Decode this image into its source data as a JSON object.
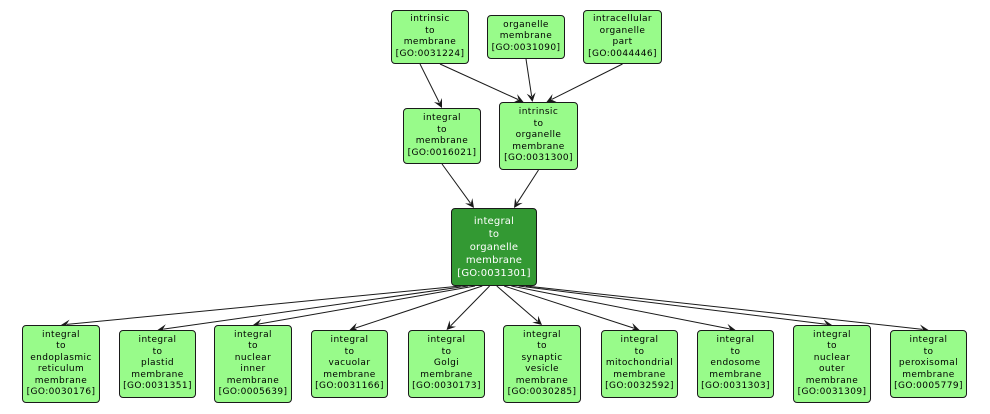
{
  "graph": {
    "title": "GO term graph: integral to organelle membrane",
    "colors": {
      "node_fill": "#98fb8a",
      "focus_fill": "#339933",
      "border": "#1a1a1a",
      "edge": "#1a1a1a"
    },
    "nodes": [
      {
        "id": "GO:0031224",
        "lines": [
          "intrinsic",
          "to",
          "membrane",
          "[GO:0031224]"
        ],
        "focus": false
      },
      {
        "id": "GO:0031090",
        "lines": [
          "organelle",
          "membrane",
          "[GO:0031090]"
        ],
        "focus": false
      },
      {
        "id": "GO:0044446",
        "lines": [
          "intracellular",
          "organelle",
          "part",
          "[GO:0044446]"
        ],
        "focus": false
      },
      {
        "id": "GO:0016021",
        "lines": [
          "integral",
          "to",
          "membrane",
          "[GO:0016021]"
        ],
        "focus": false
      },
      {
        "id": "GO:0031300",
        "lines": [
          "intrinsic",
          "to",
          "organelle",
          "membrane",
          "[GO:0031300]"
        ],
        "focus": false
      },
      {
        "id": "GO:0031301",
        "lines": [
          "integral",
          "to",
          "organelle",
          "membrane",
          "[GO:0031301]"
        ],
        "focus": true
      },
      {
        "id": "GO:0030176",
        "lines": [
          "integral",
          "to",
          "endoplasmic",
          "reticulum",
          "membrane",
          "[GO:0030176]"
        ],
        "focus": false
      },
      {
        "id": "GO:0031351",
        "lines": [
          "integral",
          "to",
          "plastid",
          "membrane",
          "[GO:0031351]"
        ],
        "focus": false
      },
      {
        "id": "GO:0005639",
        "lines": [
          "integral",
          "to",
          "nuclear",
          "inner",
          "membrane",
          "[GO:0005639]"
        ],
        "focus": false
      },
      {
        "id": "GO:0031166",
        "lines": [
          "integral",
          "to",
          "vacuolar",
          "membrane",
          "[GO:0031166]"
        ],
        "focus": false
      },
      {
        "id": "GO:0030173",
        "lines": [
          "integral",
          "to",
          "Golgi",
          "membrane",
          "[GO:0030173]"
        ],
        "focus": false
      },
      {
        "id": "GO:0030285",
        "lines": [
          "integral",
          "to",
          "synaptic",
          "vesicle",
          "membrane",
          "[GO:0030285]"
        ],
        "focus": false
      },
      {
        "id": "GO:0032592",
        "lines": [
          "integral",
          "to",
          "mitochondrial",
          "membrane",
          "[GO:0032592]"
        ],
        "focus": false
      },
      {
        "id": "GO:0031303",
        "lines": [
          "integral",
          "to",
          "endosome",
          "membrane",
          "[GO:0031303]"
        ],
        "focus": false
      },
      {
        "id": "GO:0031309",
        "lines": [
          "integral",
          "to",
          "nuclear",
          "outer",
          "membrane",
          "[GO:0031309]"
        ],
        "focus": false
      },
      {
        "id": "GO:0005779",
        "lines": [
          "integral",
          "to",
          "peroxisomal",
          "membrane",
          "[GO:0005779]"
        ],
        "focus": false
      }
    ],
    "edges": [
      {
        "from": "GO:0031224",
        "to": "GO:0016021"
      },
      {
        "from": "GO:0031224",
        "to": "GO:0031300"
      },
      {
        "from": "GO:0031090",
        "to": "GO:0031300"
      },
      {
        "from": "GO:0044446",
        "to": "GO:0031300"
      },
      {
        "from": "GO:0016021",
        "to": "GO:0031301"
      },
      {
        "from": "GO:0031300",
        "to": "GO:0031301"
      },
      {
        "from": "GO:0031301",
        "to": "GO:0030176"
      },
      {
        "from": "GO:0031301",
        "to": "GO:0031351"
      },
      {
        "from": "GO:0031301",
        "to": "GO:0005639"
      },
      {
        "from": "GO:0031301",
        "to": "GO:0031166"
      },
      {
        "from": "GO:0031301",
        "to": "GO:0030173"
      },
      {
        "from": "GO:0031301",
        "to": "GO:0030285"
      },
      {
        "from": "GO:0031301",
        "to": "GO:0032592"
      },
      {
        "from": "GO:0031301",
        "to": "GO:0031303"
      },
      {
        "from": "GO:0031301",
        "to": "GO:0031309"
      },
      {
        "from": "GO:0031301",
        "to": "GO:0005779"
      }
    ]
  }
}
